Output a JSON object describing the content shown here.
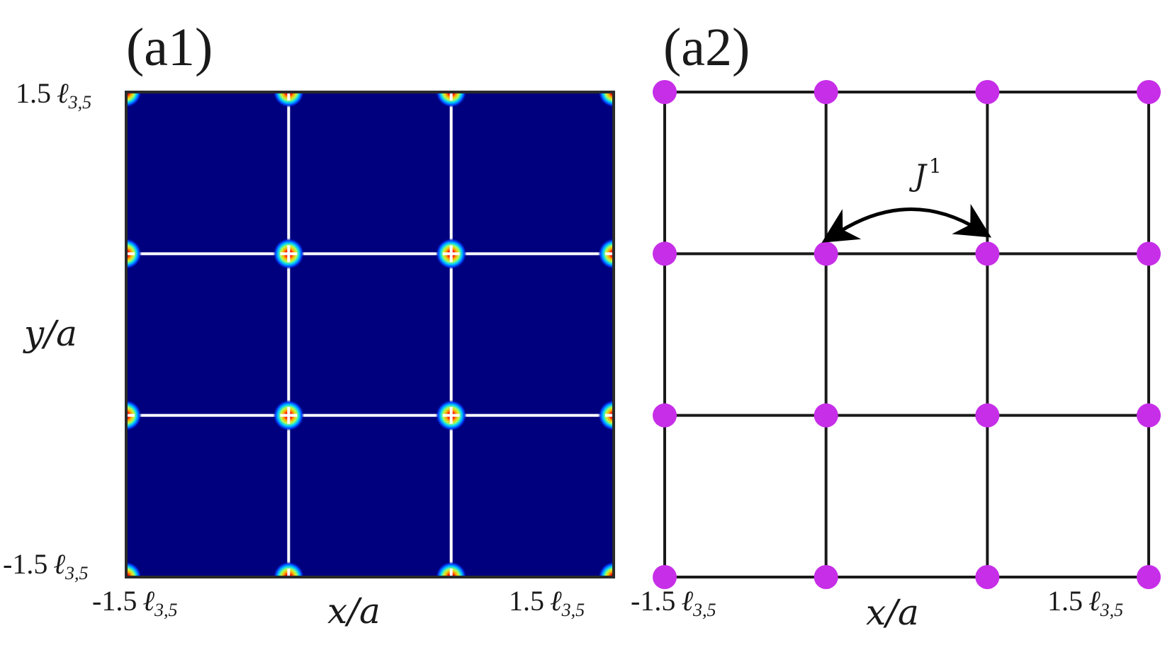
{
  "panels": [
    {
      "label": "(a1)",
      "xlabel": "x/a",
      "ylabel": "y/a",
      "x_tick_left": "-1.5",
      "x_tick_right": "1.5",
      "y_tick_top": "1.5",
      "y_tick_bottom": "-1.5",
      "tick_unit": "ℓ",
      "tick_unit_sub": "3,5"
    },
    {
      "label": "(a2)",
      "xlabel": "x/a",
      "x_tick_left": "-1.5",
      "x_tick_right": "1.5",
      "tick_unit": "ℓ",
      "tick_unit_sub": "3,5",
      "coupling_symbol": "J",
      "coupling_sup": "1"
    }
  ],
  "chart_data": [
    {
      "type": "heatmap",
      "title": "(a1)",
      "xlabel": "x/a",
      "ylabel": "y/a",
      "xlim": [
        -1.5,
        1.5
      ],
      "ylim": [
        -1.5,
        1.5
      ],
      "x_tick_labels": [
        "-1.5 ℓ3,5",
        "1.5 ℓ3,5"
      ],
      "y_tick_labels": [
        "1.5 ℓ3,5",
        "-1.5 ℓ3,5"
      ],
      "background_color": "#00007f",
      "grid_line_color": "#ffffff",
      "grid_lines_x": [
        -1.5,
        -0.5,
        0.5,
        1.5
      ],
      "grid_lines_y": [
        -1.5,
        -0.5,
        0.5,
        1.5
      ],
      "peak_x": [
        -1.5,
        -0.5,
        0.5,
        1.5
      ],
      "peak_y": [
        -1.5,
        -0.5,
        0.5,
        1.5
      ],
      "colormap": "jet"
    },
    {
      "type": "scatter",
      "title": "(a2)",
      "xlabel": "x/a",
      "xlim": [
        -1.5,
        1.5
      ],
      "ylim": [
        -1.5,
        1.5
      ],
      "x_tick_labels": [
        "-1.5 ℓ3,5",
        "1.5 ℓ3,5"
      ],
      "site_color": "#c72ee8",
      "bond_color": "#1a1a1a",
      "sites_x": [
        -1.5,
        -0.5,
        0.5,
        1.5
      ],
      "sites_y": [
        -1.5,
        -0.5,
        0.5,
        1.5
      ],
      "annotation": {
        "text": "J1",
        "from": [
          -0.5,
          0.5
        ],
        "to": [
          0.5,
          0.5
        ]
      }
    }
  ]
}
